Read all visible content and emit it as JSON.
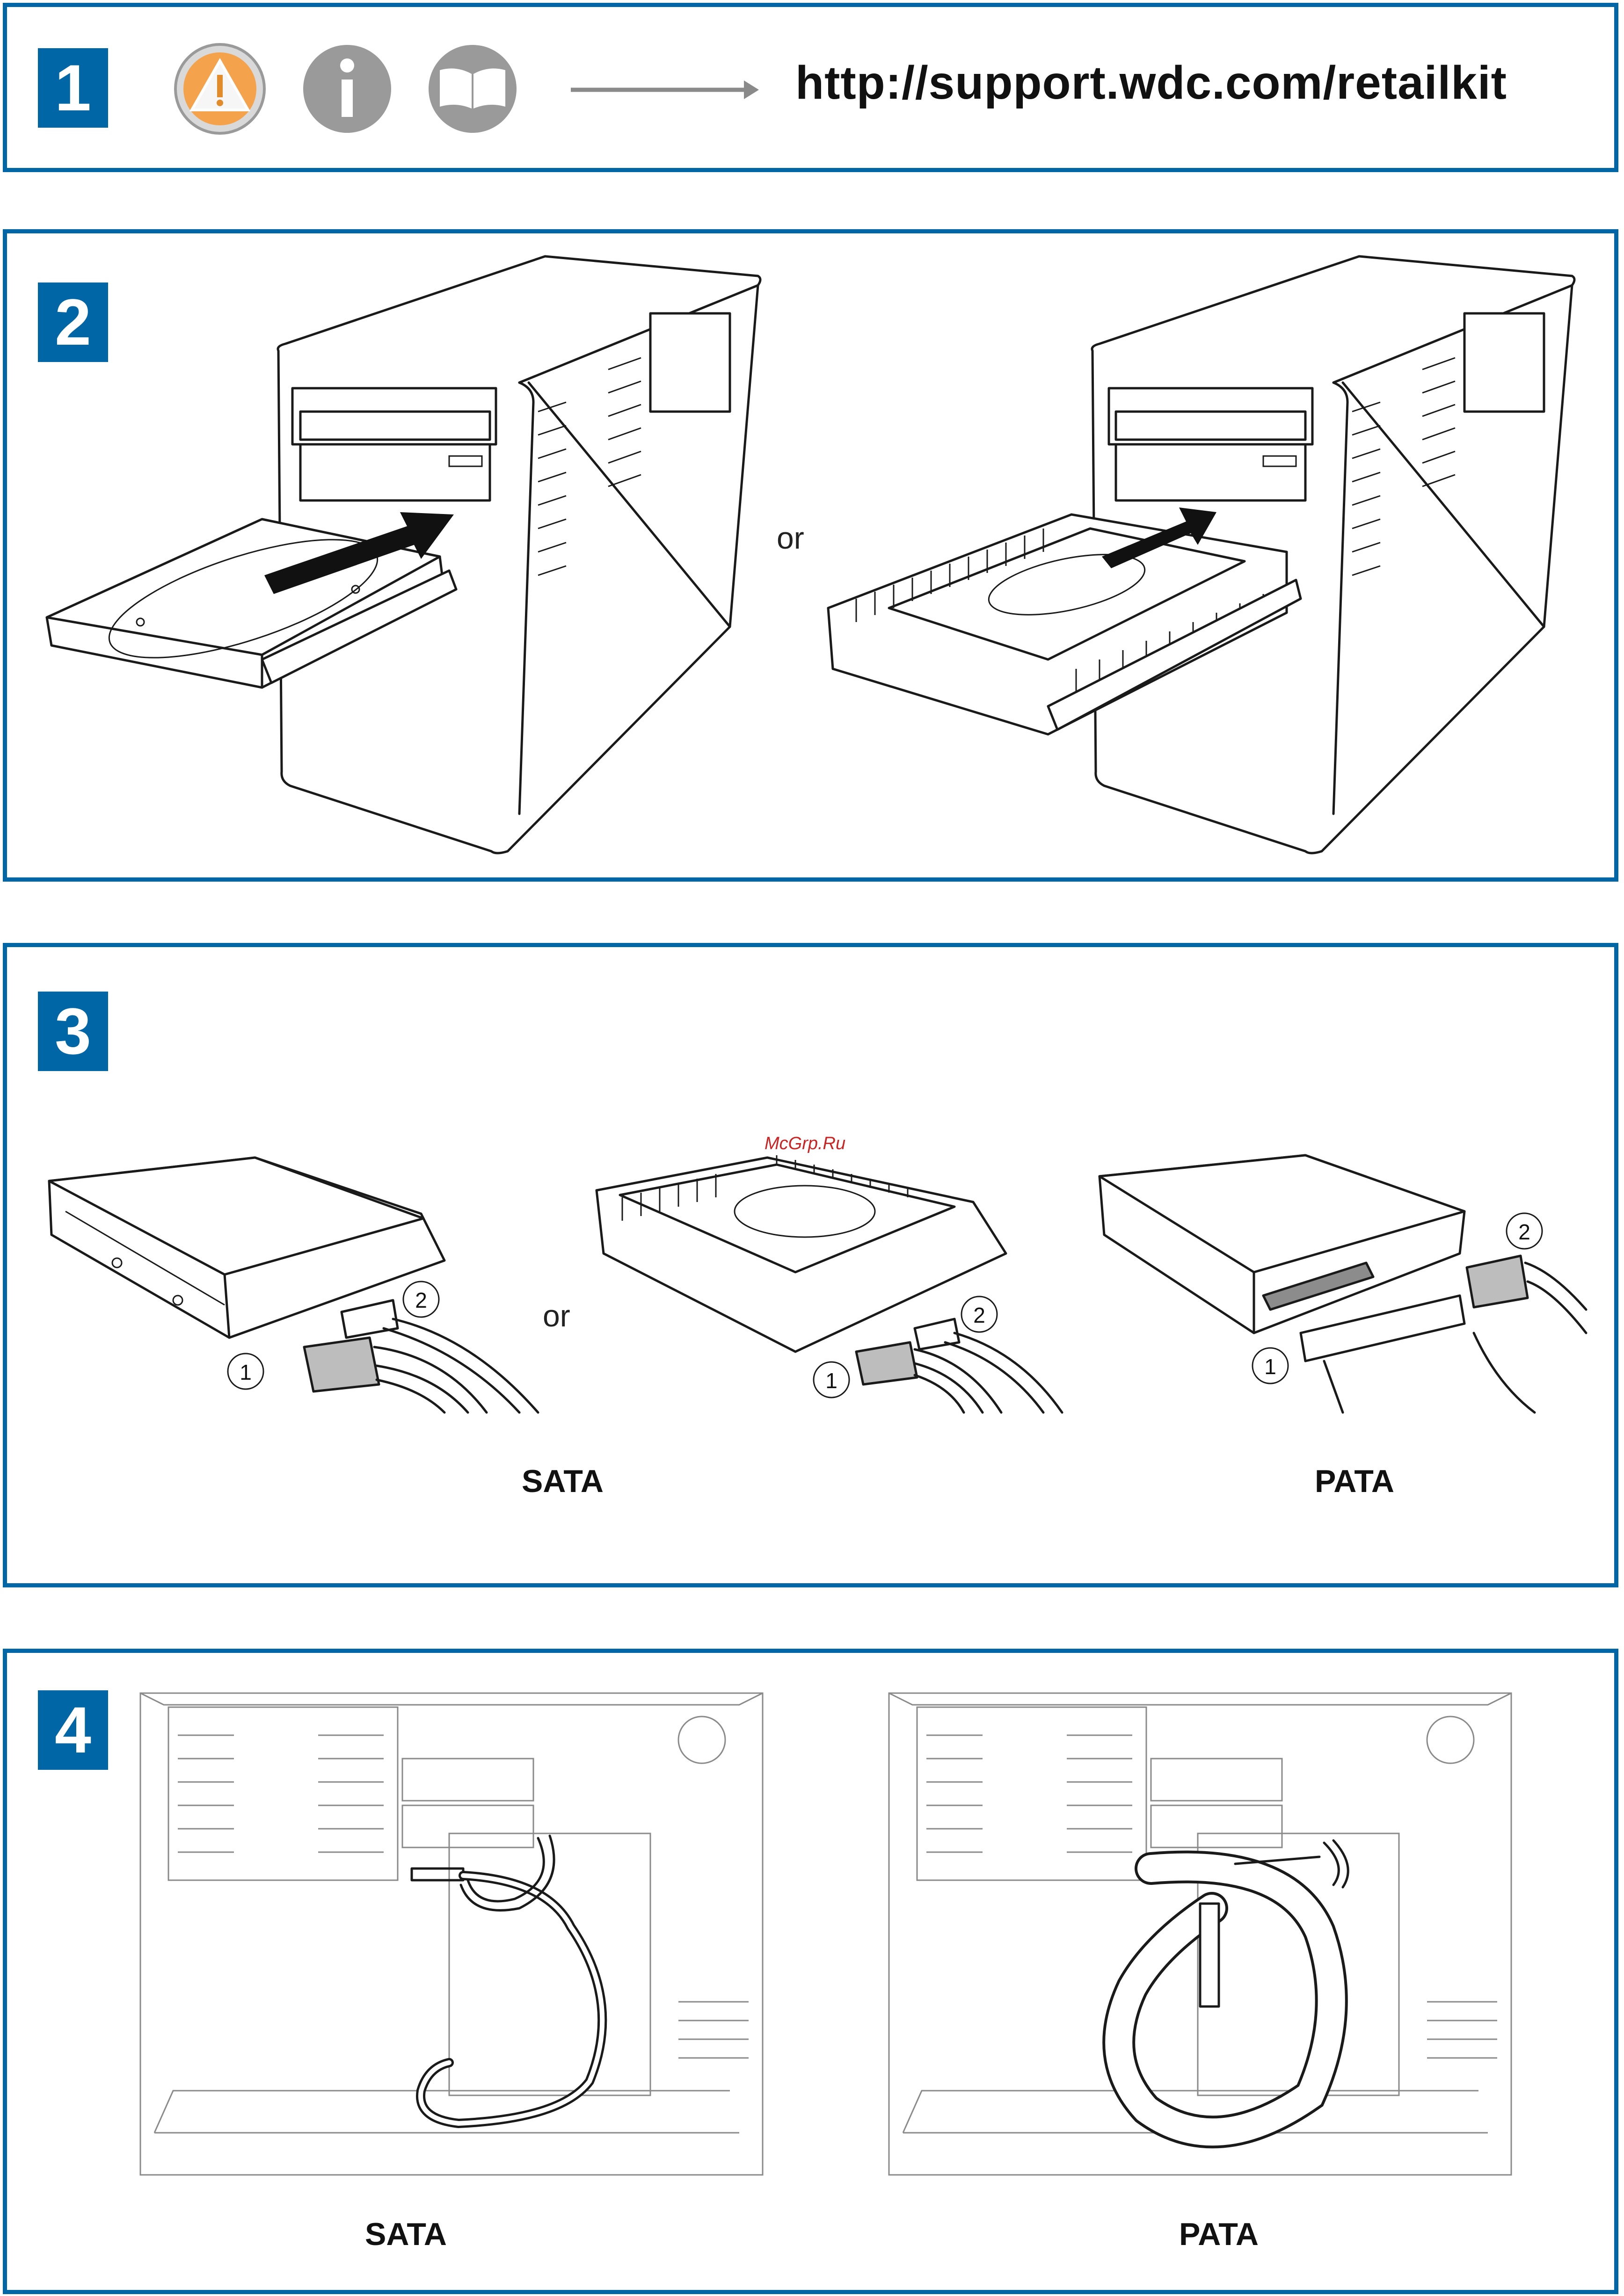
{
  "steps": [
    {
      "number": "1"
    },
    {
      "number": "2",
      "separator": "or"
    },
    {
      "number": "3",
      "separator": "or",
      "interface_labels": [
        "SATA",
        "PATA"
      ],
      "callouts": [
        "①",
        "②"
      ]
    },
    {
      "number": "4",
      "interface_labels": [
        "SATA",
        "PATA"
      ]
    }
  ],
  "step1": {
    "icons": [
      "warning-icon",
      "info-icon",
      "manual-book-icon"
    ],
    "url": "http://support.wdc.com/retailkit"
  },
  "watermark": "McGrp.Ru",
  "colors": {
    "accent": "#0066a6",
    "warning": "#f4a24c",
    "icon_grey": "#9a9a9a"
  }
}
